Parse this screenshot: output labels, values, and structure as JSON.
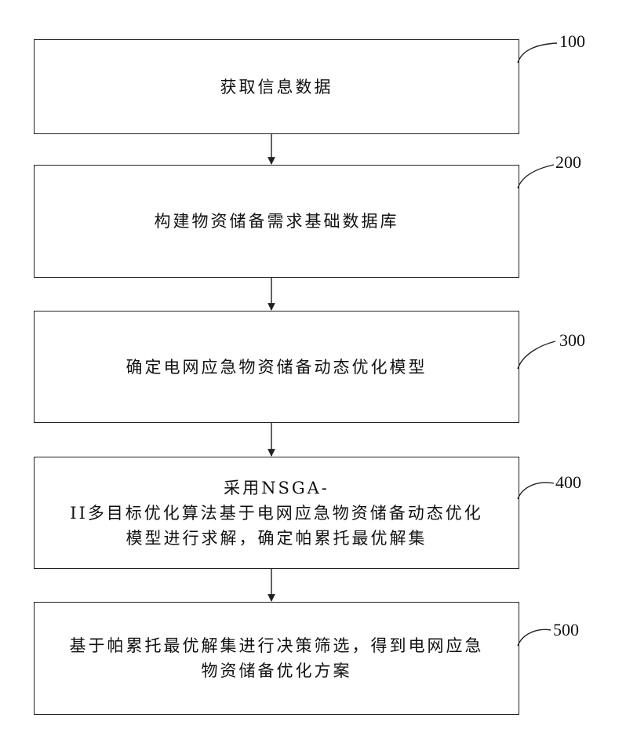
{
  "steps": [
    {
      "number": "100",
      "text": "获取信息数据"
    },
    {
      "number": "200",
      "text": "构建物资储备需求基础数据库"
    },
    {
      "number": "300",
      "text": "确定电网应急物资储备动态优化模型"
    },
    {
      "number": "400",
      "text_line1": "采用NSGA-",
      "text_line2": "II多目标优化算法基于电网应急物资储备动态优化",
      "text_line3": "模型进行求解，确定帕累托最优解集"
    },
    {
      "number": "500",
      "text_line1": "基于帕累托最优解集进行决策筛选，得到电网应急",
      "text_line2": "物资储备优化方案"
    }
  ]
}
